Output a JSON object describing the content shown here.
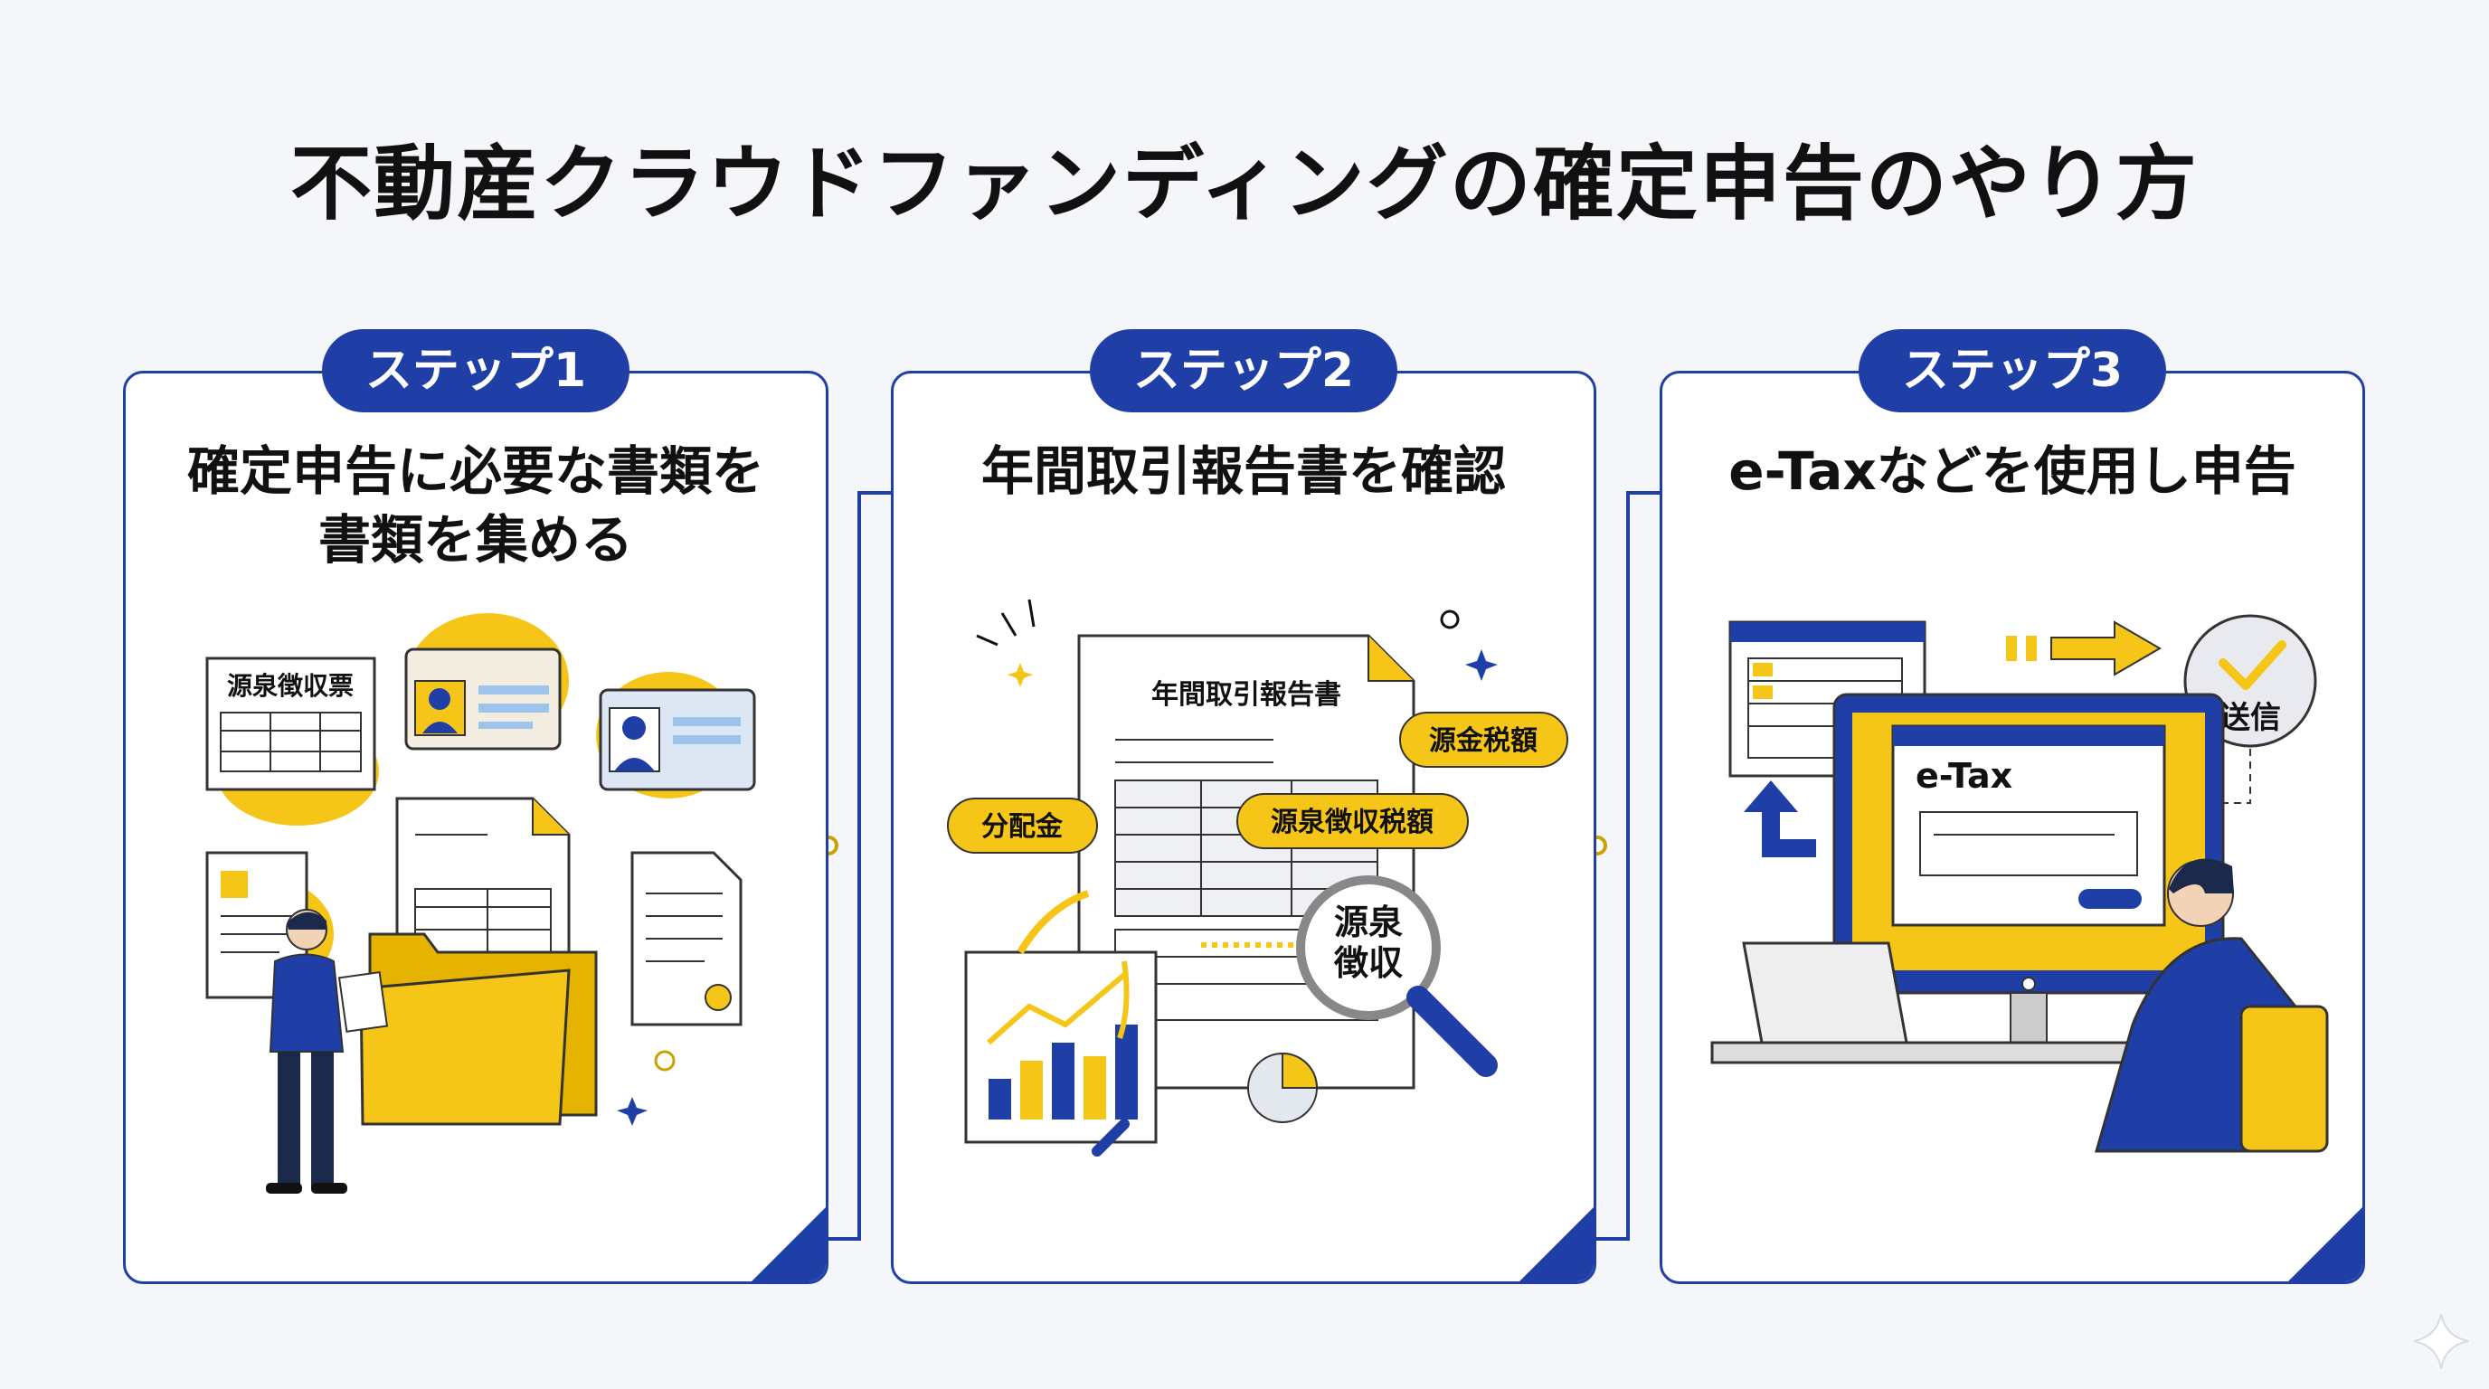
{
  "title": "不動産クラウドファンディングの確定申告のやり方",
  "steps": [
    {
      "badge": "ステップ1",
      "heading_line1": "確定申告に必要な書類を",
      "heading_line2": "書類を集める",
      "labels": {
        "withholding_slip": "源泉徴収票"
      }
    },
    {
      "badge": "ステップ2",
      "heading_line1": "年間取引報告書を確認",
      "labels": {
        "report_title": "年間取引報告書",
        "tax_amount": "源金税額",
        "dividend": "分配金",
        "withholding_tax": "源泉徴収税額",
        "magnifier_line1": "源泉",
        "magnifier_line2": "徴収"
      }
    },
    {
      "badge": "ステップ3",
      "heading_line1": "e-Taxなどを使用し申告",
      "labels": {
        "etax": "e-Tax",
        "send": "送信"
      }
    }
  ],
  "colors": {
    "accent_blue": "#1f3fa6",
    "accent_yellow": "#f5c518",
    "background": "#f4f6fa"
  }
}
